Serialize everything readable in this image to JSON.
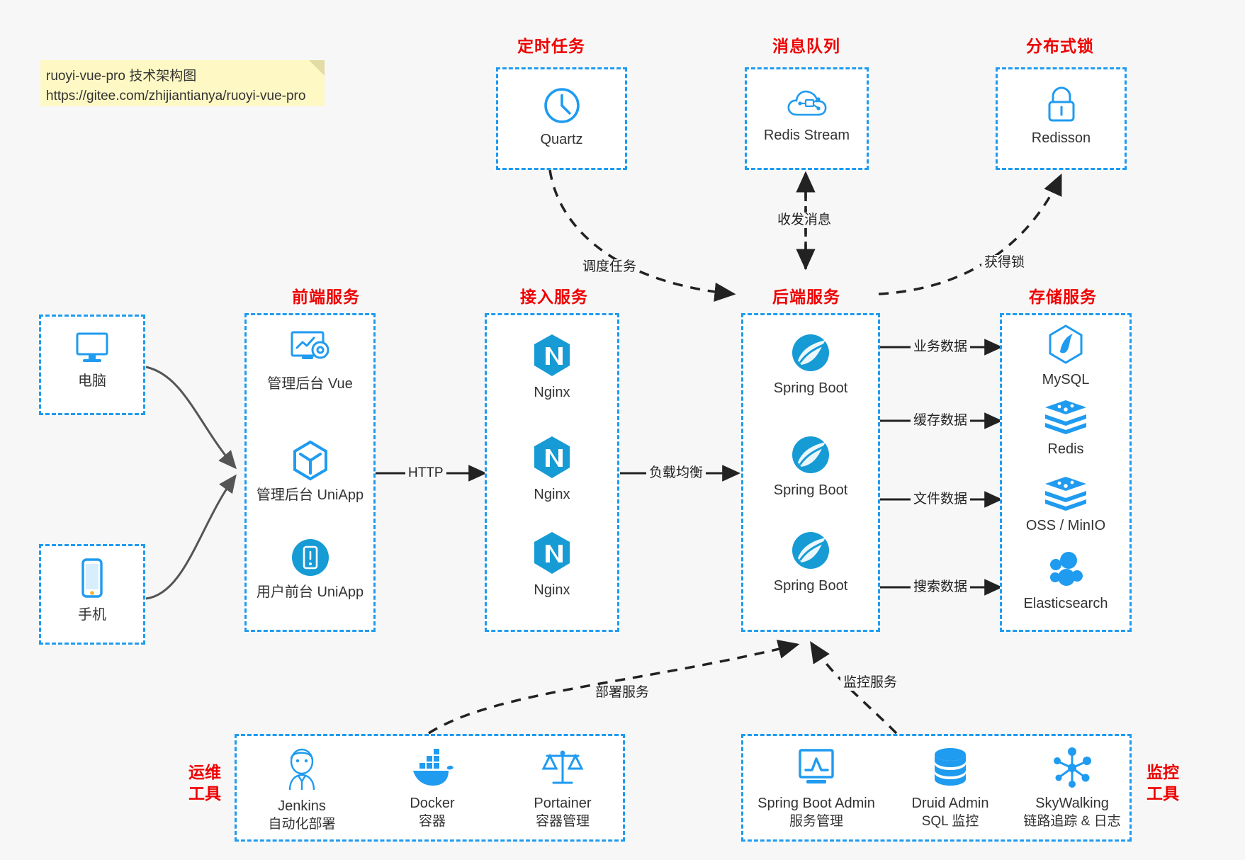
{
  "note": {
    "line1": "ruoyi-vue-pro 技术架构图",
    "line2": "https://gitee.com/zhijiantianya/ruoyi-vue-pro"
  },
  "colors": {
    "accent": "#1f9bf0",
    "title": "#ee0000",
    "text": "#333333",
    "background": "#f7f7f7",
    "note_bg": "#fdf8c4",
    "arrow": "#222222"
  },
  "groups": {
    "scheduler": {
      "title": "定时任务",
      "nodes": [
        {
          "label": "Quartz",
          "icon": "clock-icon"
        }
      ]
    },
    "mq": {
      "title": "消息队列",
      "nodes": [
        {
          "label": "Redis Stream",
          "icon": "cloud-stream-icon"
        }
      ]
    },
    "lock": {
      "title": "分布式锁",
      "nodes": [
        {
          "label": "Redisson",
          "icon": "padlock-icon"
        }
      ]
    },
    "clients": {
      "nodes": [
        {
          "label": "电脑",
          "icon": "desktop-monitor-icon"
        },
        {
          "label": "手机",
          "icon": "smartphone-icon"
        }
      ]
    },
    "frontend": {
      "title": "前端服务",
      "nodes": [
        {
          "label": "管理后台 Vue",
          "icon": "dashboard-settings-icon"
        },
        {
          "label": "管理后台 UniApp",
          "icon": "cube-icon"
        },
        {
          "label": "用户前台 UniApp",
          "icon": "mobile-circle-icon"
        }
      ]
    },
    "gateway": {
      "title": "接入服务",
      "nodes": [
        {
          "label": "Nginx",
          "icon": "nginx-icon"
        },
        {
          "label": "Nginx",
          "icon": "nginx-icon"
        },
        {
          "label": "Nginx",
          "icon": "nginx-icon"
        }
      ]
    },
    "backend": {
      "title": "后端服务",
      "nodes": [
        {
          "label": "Spring Boot",
          "icon": "spring-leaf-icon"
        },
        {
          "label": "Spring Boot",
          "icon": "spring-leaf-icon"
        },
        {
          "label": "Spring Boot",
          "icon": "spring-leaf-icon"
        }
      ]
    },
    "storage": {
      "title": "存储服务",
      "nodes": [
        {
          "label": "MySQL",
          "icon": "mysql-dolphin-icon"
        },
        {
          "label": "Redis",
          "icon": "redis-stack-icon"
        },
        {
          "label": "OSS / MinIO",
          "icon": "redis-stack-icon"
        },
        {
          "label": "Elasticsearch",
          "icon": "elasticsearch-cluster-icon"
        }
      ]
    },
    "devops": {
      "title_line1": "运维",
      "title_line2": "工具",
      "nodes": [
        {
          "label": "Jenkins",
          "sublabel": "自动化部署",
          "icon": "jenkins-butler-icon"
        },
        {
          "label": "Docker",
          "sublabel": "容器",
          "icon": "docker-whale-icon"
        },
        {
          "label": "Portainer",
          "sublabel": "容器管理",
          "icon": "scales-icon"
        }
      ]
    },
    "monitor": {
      "title_line1": "监控",
      "title_line2": "工具",
      "nodes": [
        {
          "label": "Spring Boot Admin",
          "sublabel": "服务管理",
          "icon": "monitor-chart-icon"
        },
        {
          "label": "Druid Admin",
          "sublabel": "SQL 监控",
          "icon": "database-cylinder-icon"
        },
        {
          "label": "SkyWalking",
          "sublabel": "链路追踪 & 日志",
          "icon": "node-network-icon"
        }
      ]
    }
  },
  "edges": {
    "http": "HTTP",
    "load_balance": "负载均衡",
    "schedule_task": "调度任务",
    "send_receive_message": "收发消息",
    "acquire_lock": "获得锁",
    "business_data": "业务数据",
    "cache_data": "缓存数据",
    "file_data": "文件数据",
    "search_data": "搜索数据",
    "deploy_service": "部署服务",
    "monitor_service": "监控服务"
  }
}
